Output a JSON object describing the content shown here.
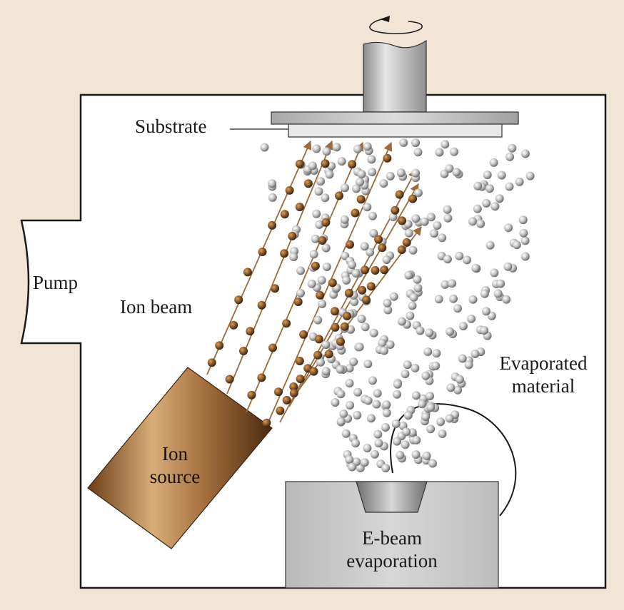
{
  "labels": {
    "substrate": "Substrate",
    "pump": "Pump",
    "ion_beam": "Ion beam",
    "evaporated_material": [
      "Evaporated",
      "material"
    ],
    "ion_source": [
      "Ion",
      "source"
    ],
    "ebeam_evaporation": [
      "E-beam",
      "evaporation"
    ]
  },
  "colors": {
    "background": "#f1e5d6",
    "chamber": "#ffffff",
    "ion_particle": "#8a5a2b",
    "ion_beam_arrow": "#9b6b3c",
    "evaporated_particle": "#b9b9b9"
  },
  "icons": [
    "rotation-arrow-icon"
  ]
}
